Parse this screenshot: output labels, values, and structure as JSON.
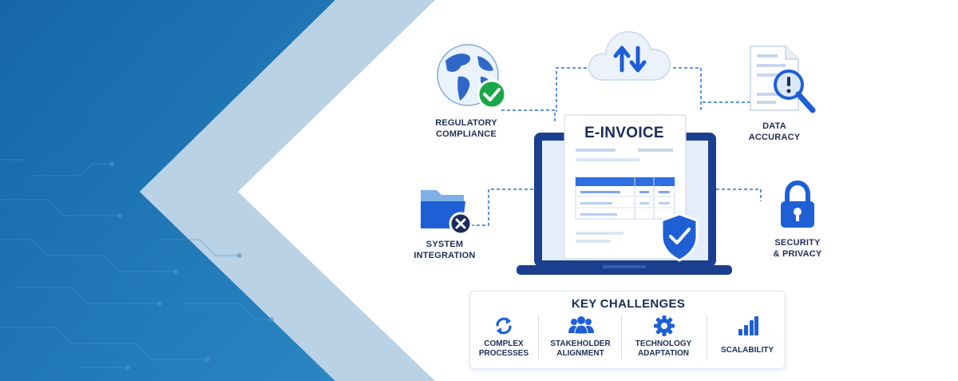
{
  "colors": {
    "primary_blue": "#1f5fd6",
    "navy": "#1b2c5c",
    "light_blue": "#7fb1e8",
    "green": "#1aa64a",
    "bg_blue": "#1c6aa6"
  },
  "invoice": {
    "title": "E-INVOICE"
  },
  "nodes": {
    "regulatory": {
      "label": "REGULATORY\nCOMPLIANCE",
      "icon": "globe-check-icon"
    },
    "cloud": {
      "icon": "cloud-sync-icon"
    },
    "data_accuracy": {
      "label": "DATA\nACCURACY",
      "icon": "document-search-icon"
    },
    "system_integration": {
      "label": "SYSTEM\nINTEGRATION",
      "icon": "folder-error-icon"
    },
    "security": {
      "label": "SECURITY\n& PRIVACY",
      "icon": "padlock-icon"
    }
  },
  "challenges": {
    "title": "KEY CHALLENGES",
    "items": [
      {
        "label": "COMPLEX\nPROCESSES",
        "icon": "refresh-icon"
      },
      {
        "label": "STAKEHOLDER\nALIGNMENT",
        "icon": "people-icon"
      },
      {
        "label": "TECHNOLOGY\nADAPTATION",
        "icon": "gear-icon"
      },
      {
        "label": "SCALABILITY",
        "icon": "bar-chart-icon"
      }
    ]
  }
}
